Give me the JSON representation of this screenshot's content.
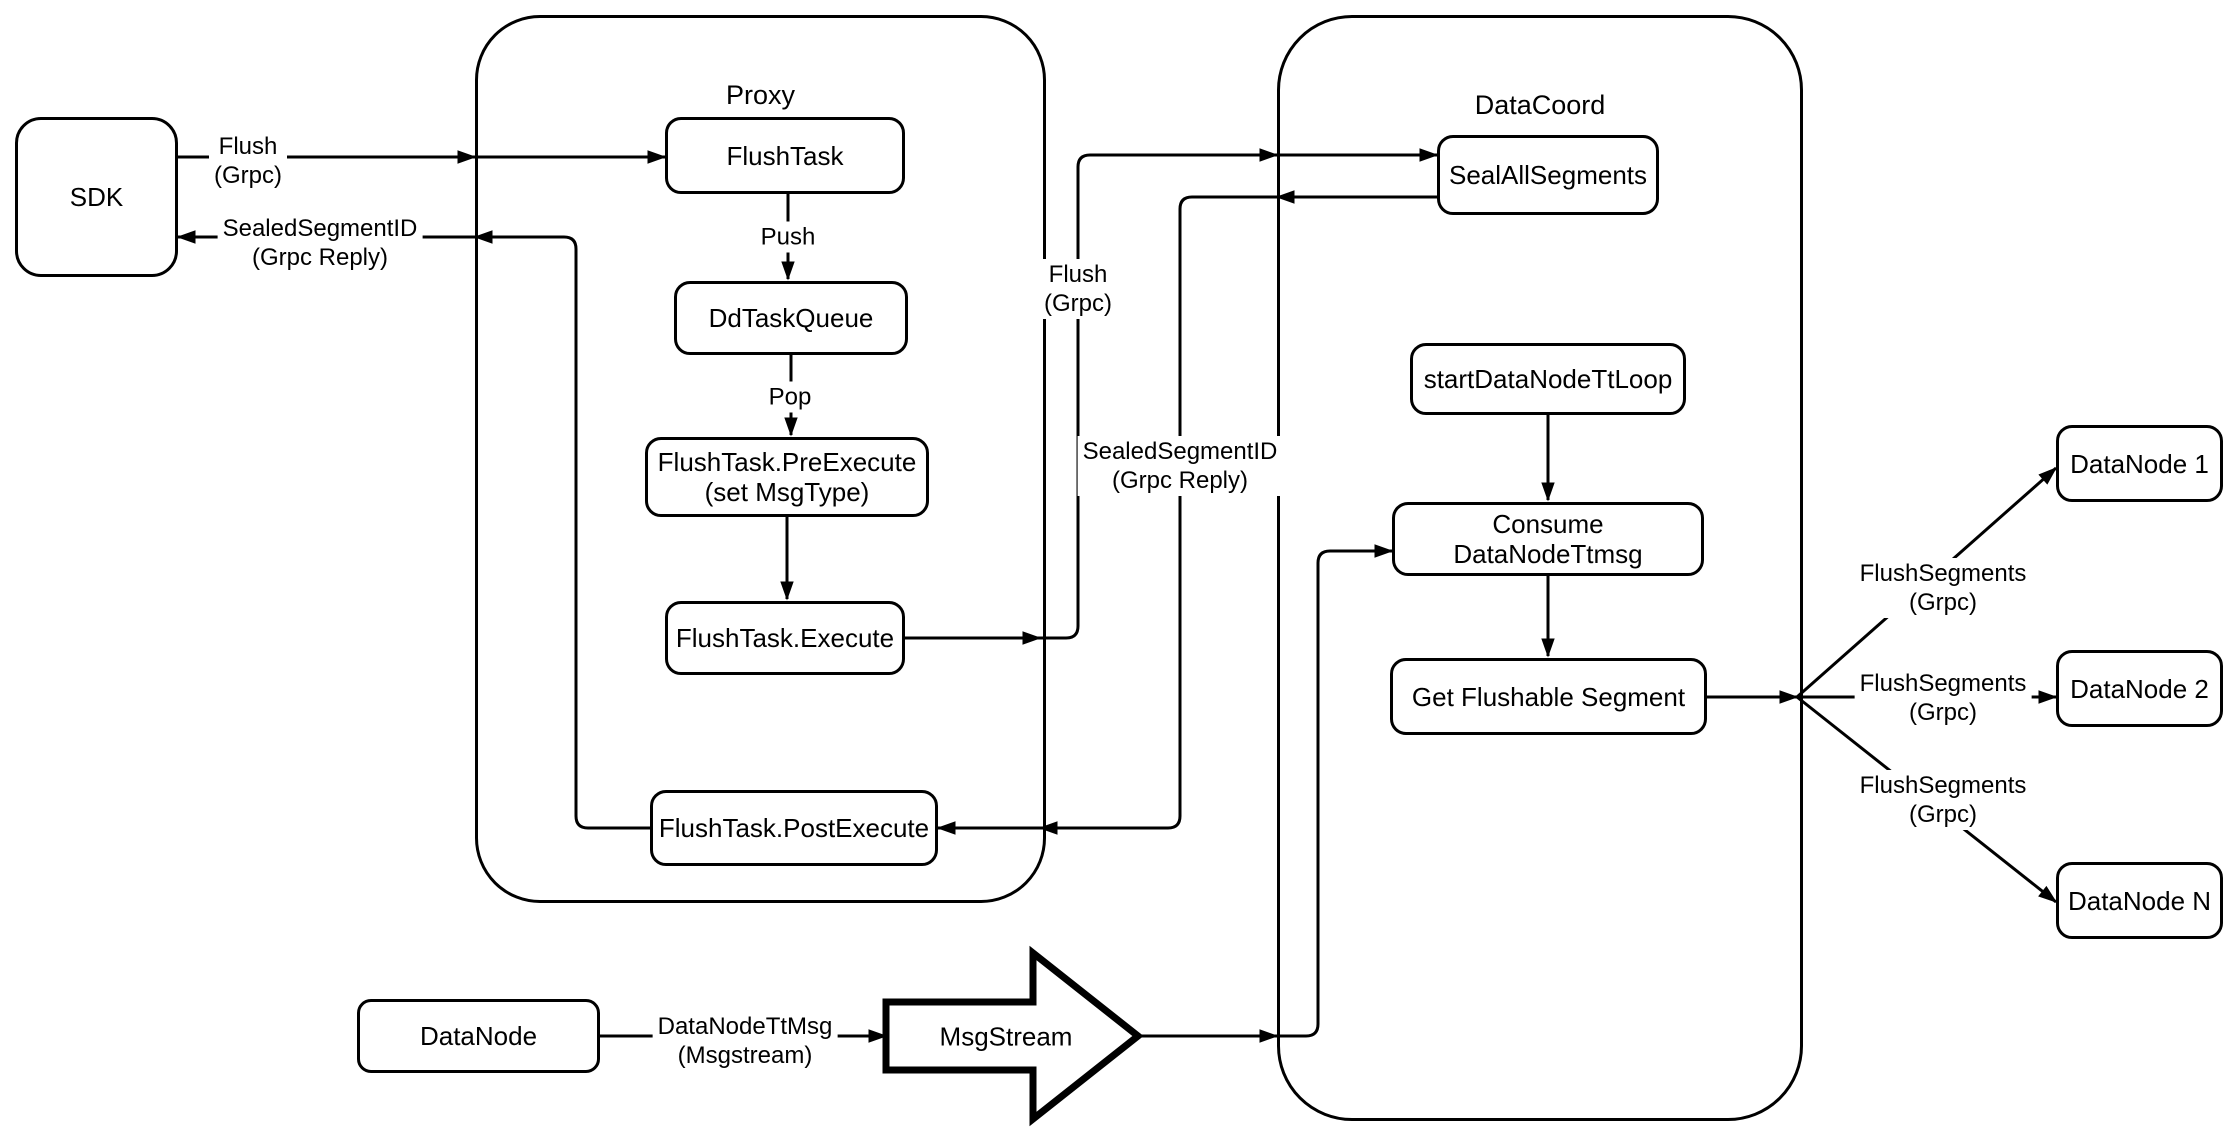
{
  "diagram": {
    "background_color": "#ffffff",
    "stroke_color": "#000000",
    "containers": {
      "proxy": {
        "title": "Proxy"
      },
      "datacoord": {
        "title": "DataCoord"
      }
    },
    "nodes": {
      "sdk": {
        "label": "SDK"
      },
      "flush_task": {
        "label": "FlushTask"
      },
      "dd_task_queue": {
        "label": "DdTaskQueue"
      },
      "flush_task_pre_execute": {
        "label": "FlushTask.PreExecute\n(set MsgType)"
      },
      "flush_task_execute": {
        "label": "FlushTask.Execute"
      },
      "flush_task_post_execute": {
        "label": "FlushTask.PostExecute"
      },
      "seal_all_segments": {
        "label": "SealAllSegments"
      },
      "start_data_node_tt_loop": {
        "label": "startDataNodeTtLoop"
      },
      "consume_data_node_ttmsg": {
        "label": "Consume DataNodeTtmsg"
      },
      "get_flushable_segment": {
        "label": "Get Flushable Segment"
      },
      "data_node_1": {
        "label": "DataNode 1"
      },
      "data_node_2": {
        "label": "DataNode 2"
      },
      "data_node_n": {
        "label": "DataNode N"
      },
      "data_node_source": {
        "label": "DataNode"
      },
      "msg_stream": {
        "label": "MsgStream"
      }
    },
    "edge_labels": {
      "flush_grpc_sdk": "Flush\n(Grpc)",
      "sealed_segment_id_sdk": "SealedSegmentID\n(Grpc Reply)",
      "push": "Push",
      "pop": "Pop",
      "flush_grpc_datacoord": "Flush\n(Grpc)",
      "sealed_segment_id_datacoord": "SealedSegmentID\n(Grpc Reply)",
      "flush_segments_grpc_1": "FlushSegments\n(Grpc)",
      "flush_segments_grpc_2": "FlushSegments\n(Grpc)",
      "flush_segments_grpc_3": "FlushSegments\n(Grpc)",
      "data_node_tt_msg": "DataNodeTtMsg\n(Msgstream)"
    }
  }
}
